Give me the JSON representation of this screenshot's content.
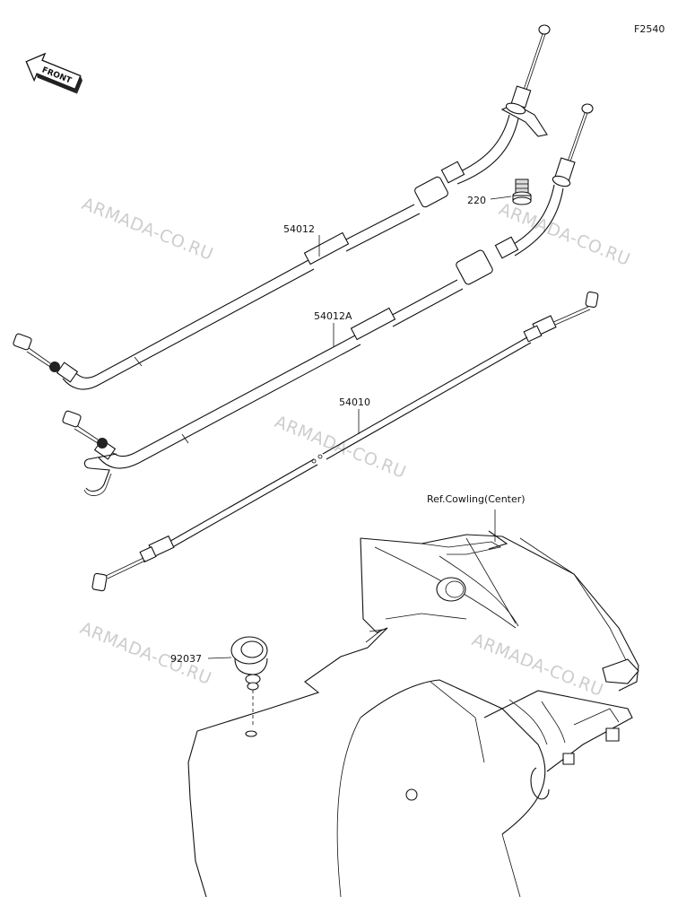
{
  "diagram": {
    "figure_code": "F2540",
    "front_label": "FRONT",
    "ref_label": "Ref.Cowling(Center)",
    "parts": {
      "cable_upper": "54012",
      "cable_middle": "54012A",
      "cable_lower": "54010",
      "bolt": "220",
      "grommet": "92037"
    },
    "watermark": "ARMADA-CO.RU"
  }
}
